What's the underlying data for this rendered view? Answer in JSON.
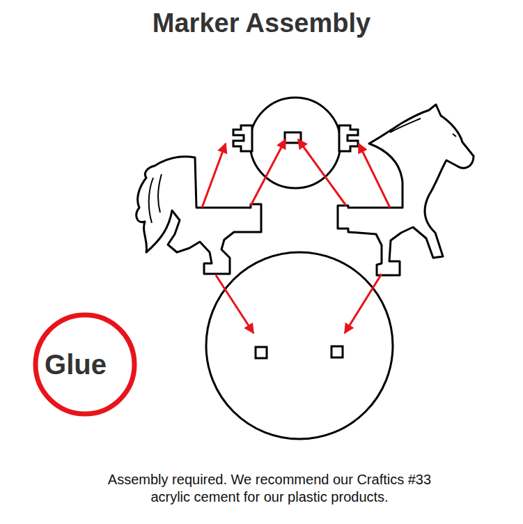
{
  "diagram": {
    "title": "Marker Assembly",
    "caption": "Assembly required. We recommend our Craftics #33 acrylic cement for our plastic products.",
    "nodes": [
      {
        "text": [
          "Glue"
        ]
      }
    ]
  }
}
